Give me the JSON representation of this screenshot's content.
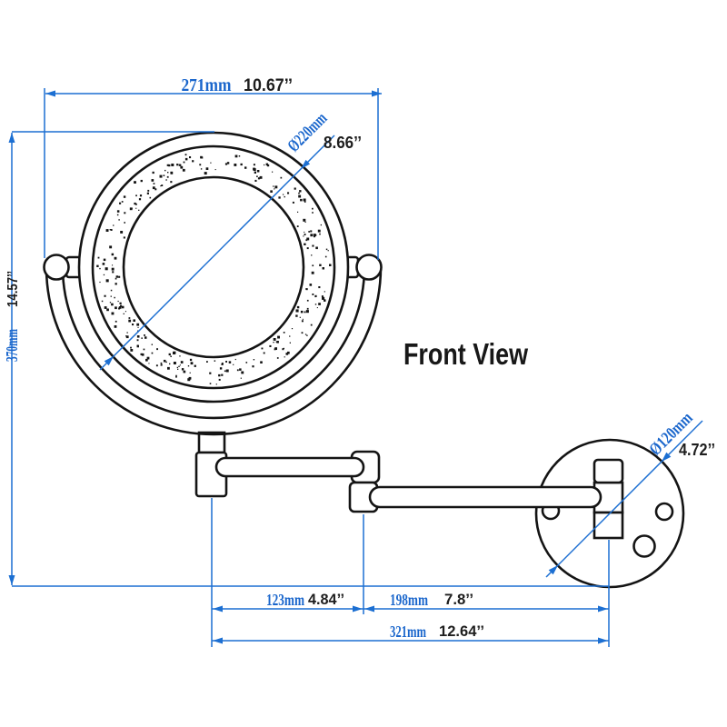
{
  "view_label": "Front View",
  "colors": {
    "dimension_blue": "#1c6fd2",
    "dimension_text_blue": "#1a66cc",
    "drawing_ink": "#141414"
  },
  "dimensions": {
    "overall_width": {
      "mm": "271mm",
      "inch": "10.67’’"
    },
    "mirror_diameter": {
      "mm": "Ø220mm",
      "inch": "8.66’’"
    },
    "overall_height": {
      "mm": "370mm",
      "inch": "14.57’’"
    },
    "base_diameter": {
      "mm": "Ø120mm",
      "inch": "4.72’’"
    },
    "post_to_elbow": {
      "mm": "123mm",
      "inch": "4.84’’"
    },
    "elbow_to_wall": {
      "mm": "198mm",
      "inch": "7.8’’"
    },
    "total_reach": {
      "mm": "321mm",
      "inch": "12.64’’"
    }
  }
}
